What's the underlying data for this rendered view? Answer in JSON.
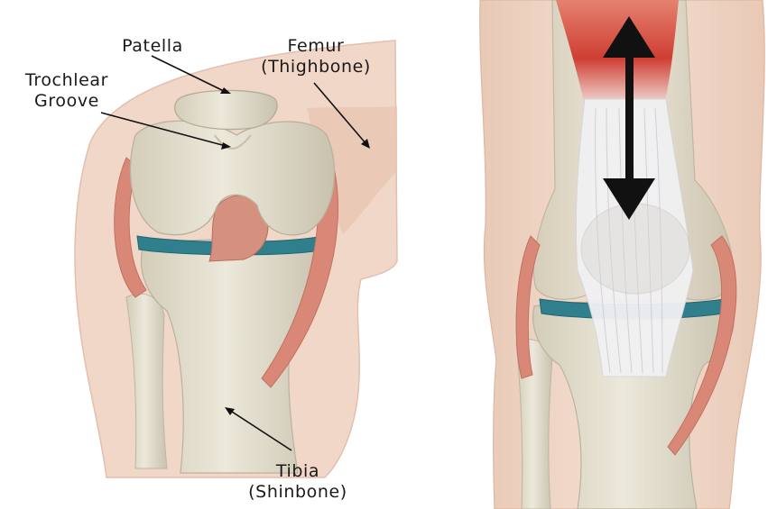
{
  "labels": {
    "patella": "Patella",
    "femur_line1": "Femur",
    "femur_line2": "(Thighbone)",
    "trochlear_line1": "Trochlear",
    "trochlear_line2": "Groove",
    "tibia_line1": "Tibia",
    "tibia_line2": "(Shinbone)"
  },
  "colors": {
    "skin": "#efd4c4",
    "bone": "#e7e2d3",
    "bone_shadow": "#c9c3b0",
    "cartilage": "#2f7f8d",
    "ligament": "#d98878",
    "quad_muscle": "#d2463a",
    "tendon": "#eeeef0",
    "arrow": "#111111"
  }
}
